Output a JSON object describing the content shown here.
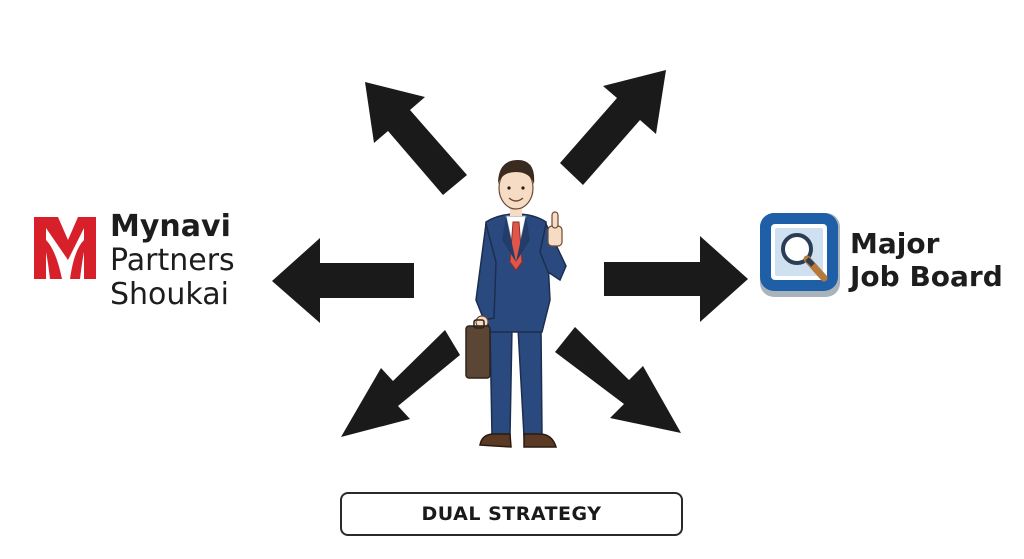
{
  "left_brand": {
    "line1": "Mynavi",
    "line2": "Partners",
    "line3": "Shoukai",
    "logo_icon": "mynavi-m-logo-icon",
    "logo_color": "#d8202a"
  },
  "right_brand": {
    "line1": "Major",
    "line2": "Job Board",
    "icon": "magnifying-glass-app-icon",
    "icon_color": "#1f5fa8"
  },
  "center_figure": {
    "icon": "businessman-thumbs-up-icon",
    "suit_color": "#2a4a7f",
    "tie_color": "#e0574a"
  },
  "arrows": {
    "count": 6,
    "color": "#1a1a1a"
  },
  "footer": {
    "label": "DUAL STRATEGY"
  }
}
